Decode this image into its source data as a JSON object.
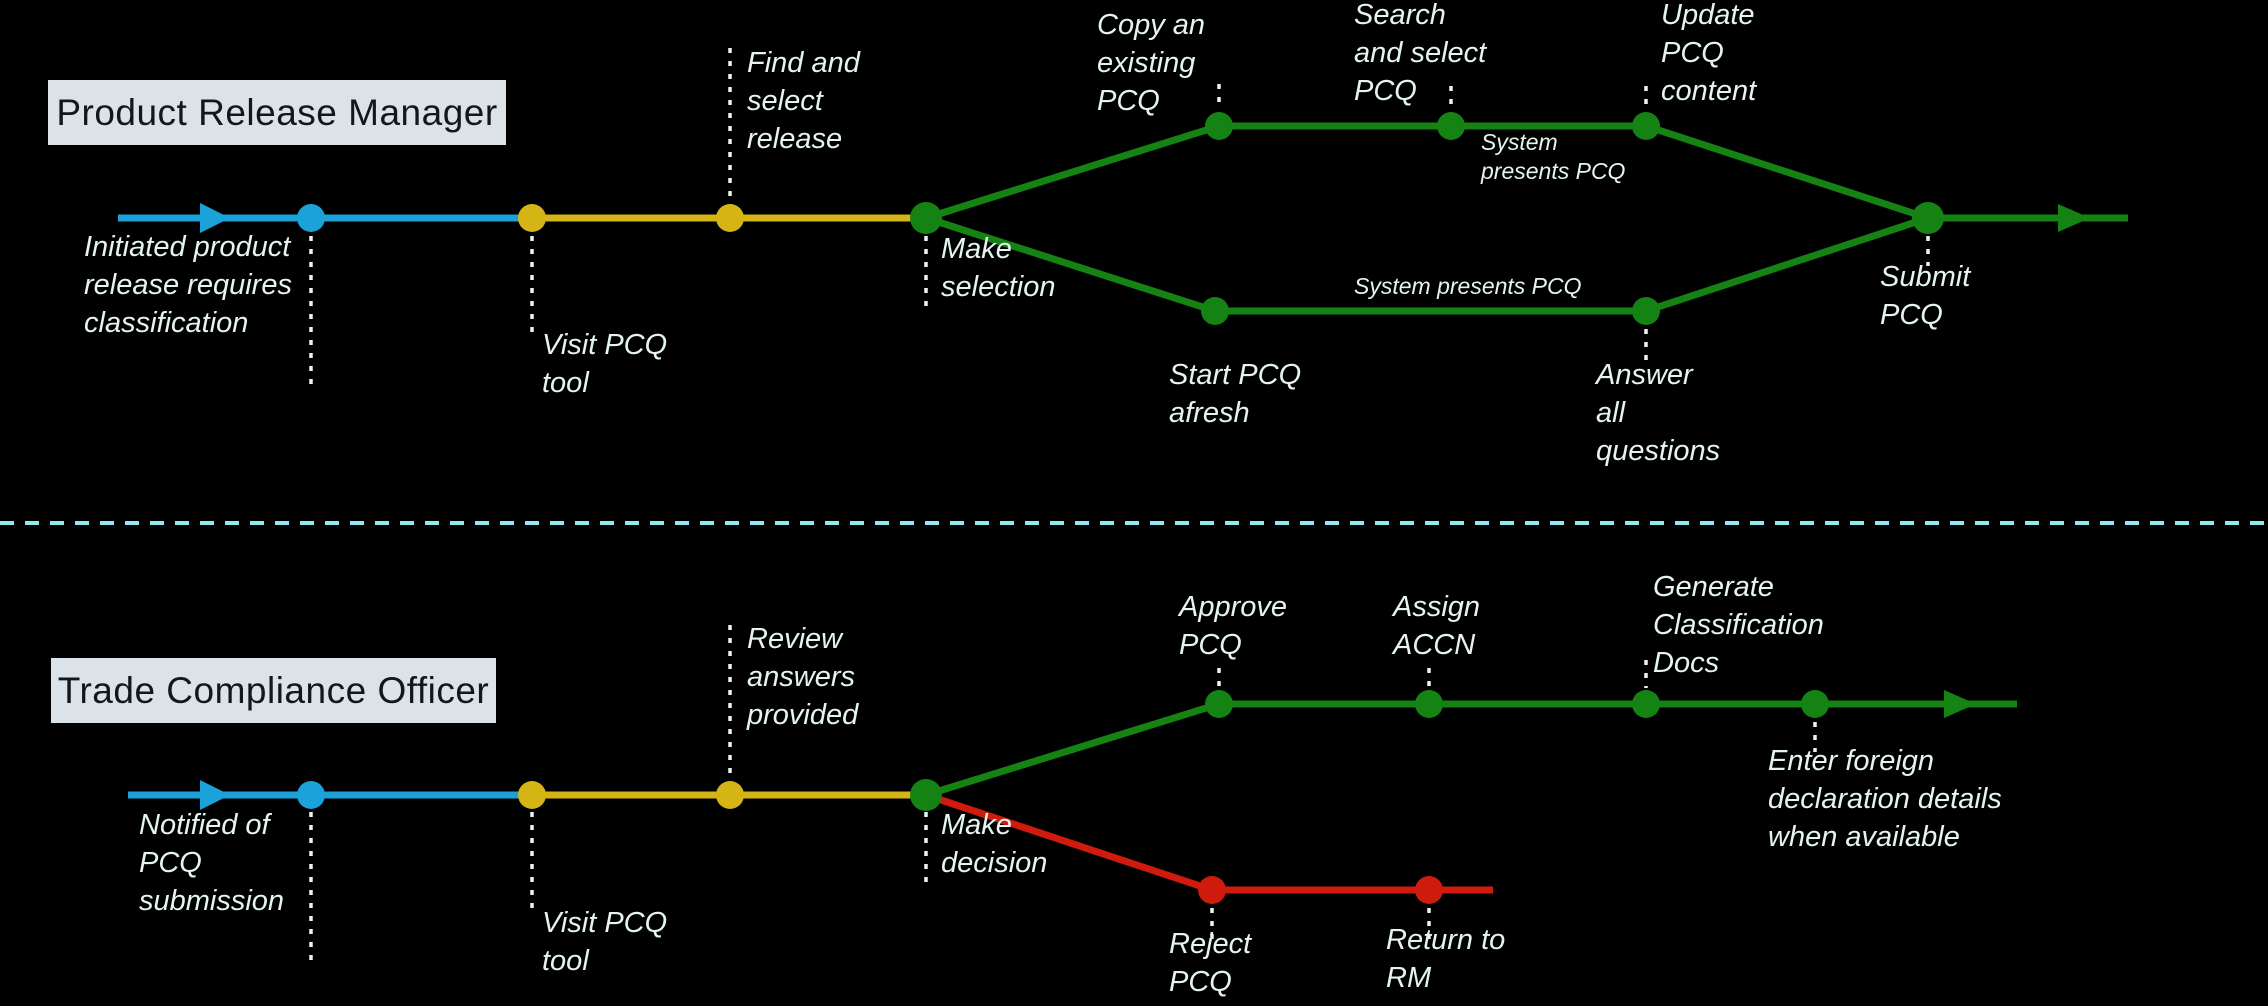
{
  "colors": {
    "background": "#000000",
    "segment_blue": "#1ba2d8",
    "segment_yellow": "#d5b415",
    "segment_green": "#158313",
    "segment_red": "#ce1b0d",
    "divider_dashes": "#8fe9ee",
    "tick_dashes": "#eaf4f2",
    "role_box_background": "#dbe3e9",
    "role_box_text": "#10181d",
    "step_label_text": "#e4f4ef"
  },
  "journeys": [
    {
      "role": "Product Release Manager",
      "labels": {
        "initiated": "Initiated product\nrelease requires\nclassification",
        "visit_tool": "Visit PCQ\ntool",
        "find_release": "Find and\nselect\nrelease",
        "make_selection": "Make\nselection",
        "copy_existing": "Copy an\nexisting\nPCQ",
        "search_select": "Search\nand select\nPCQ",
        "system_presents_copy": "System\npresents PCQ",
        "update_content": "Update\nPCQ\ncontent",
        "system_presents_afresh": "System presents PCQ",
        "start_afresh": "Start PCQ\nafresh",
        "answer_all": "Answer\nall\nquestions",
        "submit": "Submit\nPCQ"
      }
    },
    {
      "role": "Trade Compliance Officer",
      "labels": {
        "notified": "Notified of\nPCQ\nsubmission",
        "visit_tool": "Visit PCQ\ntool",
        "review_answers": "Review\nanswers\nprovided",
        "make_decision": "Make\ndecision",
        "approve": "Approve\nPCQ",
        "assign_accn": "Assign\nACCN",
        "generate_docs": "Generate\nClassification\nDocs",
        "enter_foreign": "Enter foreign\ndeclaration details\nwhen available",
        "reject": "Reject\nPCQ",
        "return_rm": "Return to\nRM"
      }
    }
  ]
}
